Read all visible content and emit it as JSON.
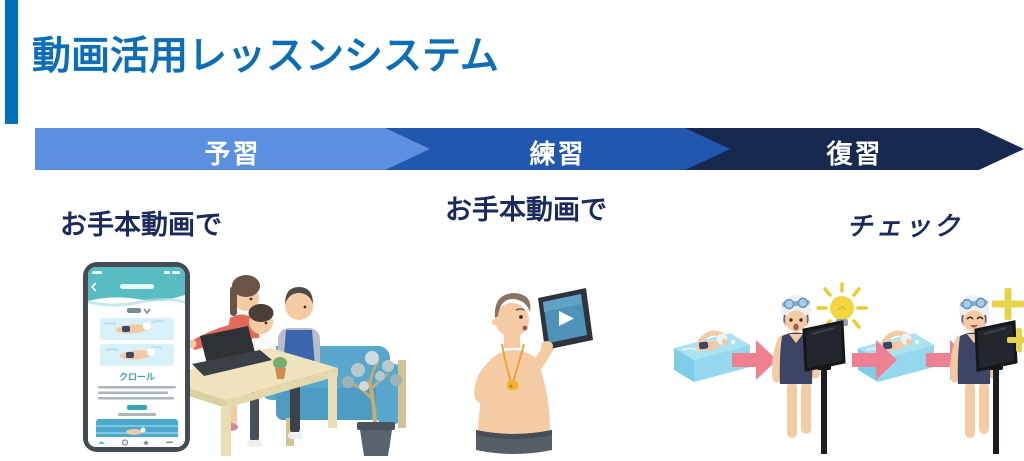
{
  "page": {
    "background": "#ffffff"
  },
  "header": {
    "title": "動画活用レッスンシステム",
    "accent_bar_color": "#0071bc",
    "title_color": "#0c6eb8"
  },
  "flow_band": {
    "stages": [
      {
        "label": "予習",
        "color": "#5b90e0"
      },
      {
        "label": "練習",
        "color": "#2257b0"
      },
      {
        "label": "復習",
        "color": "#17294e"
      }
    ]
  },
  "captions": {
    "preview": "お手本動画で",
    "practice": "お手本動画で",
    "review": "チェック",
    "text_color": "#1a2a5c"
  },
  "phone_app": {
    "stroke_label": "クロール"
  },
  "illustration_colors": {
    "arrow_pink": "#ef8092",
    "water_blue": "#93d8ec",
    "lightbulb_yellow": "#f3d53e",
    "sparkle_yellow": "#e5d34a",
    "couch_blue": "#58a7cd",
    "swimsuit_navy": "#3c4565",
    "tablet_screen_blue": "#4d92b8"
  }
}
